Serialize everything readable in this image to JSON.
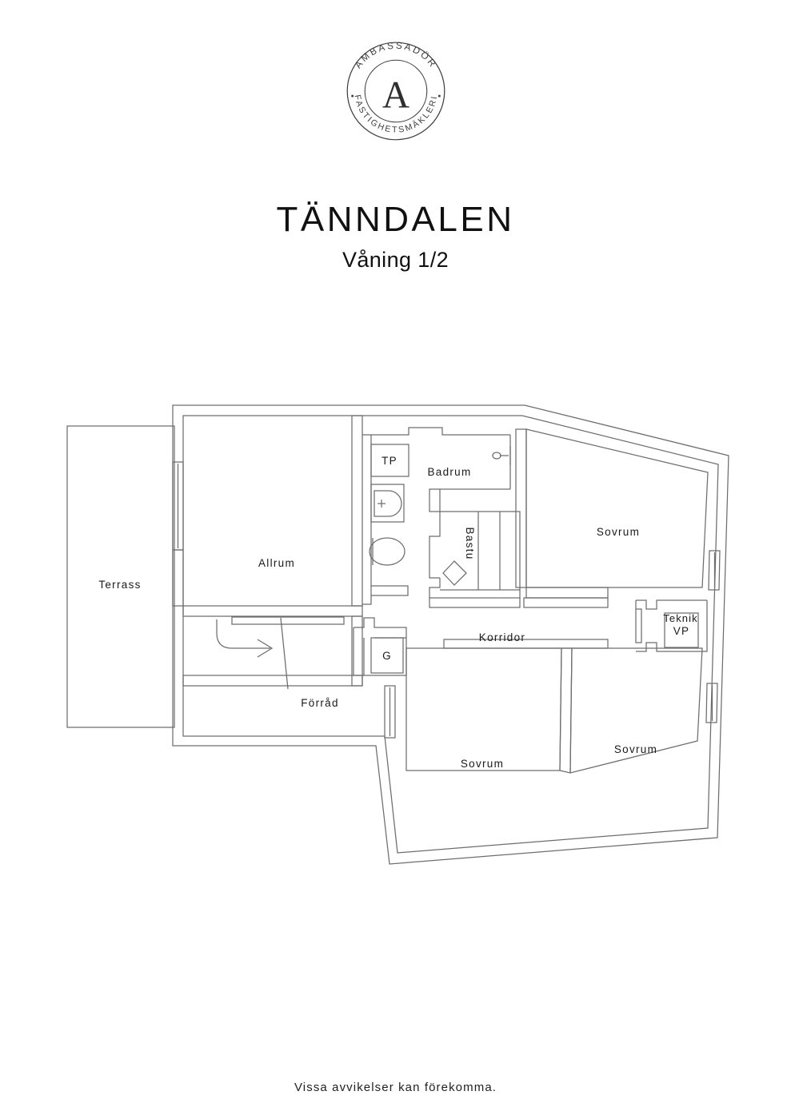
{
  "logo": {
    "top_arc_text": "AMBASSADÖR",
    "bottom_arc_text": "FASTIGHETSMÄKLERI",
    "monogram": "A"
  },
  "header": {
    "title": "TÄNNDALEN",
    "subtitle": "Våning 1/2"
  },
  "floorplan": {
    "rooms": [
      {
        "name": "terrass",
        "label": "Terrass"
      },
      {
        "name": "allrum",
        "label": "Allrum"
      },
      {
        "name": "forrad",
        "label": "Förråd"
      },
      {
        "name": "badrum",
        "label": "Badrum"
      },
      {
        "name": "bastu",
        "label": "Bastu"
      },
      {
        "name": "korridor",
        "label": "Korridor"
      },
      {
        "name": "sovrum-top",
        "label": "Sovrum"
      },
      {
        "name": "sovrum-mid",
        "label": "Sovrum"
      },
      {
        "name": "sovrum-right",
        "label": "Sovrum"
      },
      {
        "name": "teknik",
        "label": "Teknik"
      }
    ],
    "boxes": [
      {
        "name": "tp-box",
        "label": "TP"
      },
      {
        "name": "g-box",
        "label": "G"
      },
      {
        "name": "vp-box",
        "label": "VP"
      }
    ],
    "colors": {
      "wall": "#6d6d6d",
      "fixture": "#8a8a8a",
      "text": "#1a1a1a",
      "background": "#ffffff"
    }
  },
  "footer": {
    "disclaimer": "Vissa avvikelser kan förekomma."
  }
}
